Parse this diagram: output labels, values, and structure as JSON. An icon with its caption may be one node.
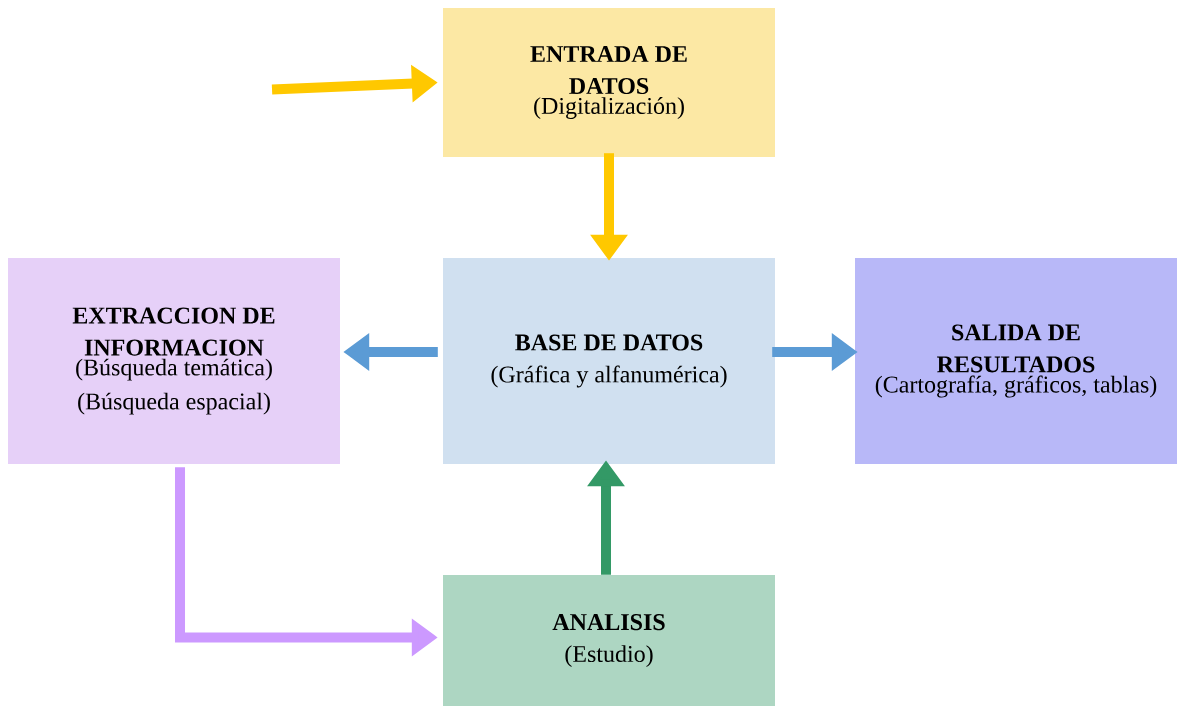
{
  "diagram": {
    "nodes": [
      {
        "text": [
          "ENTRADA DE DATOS",
          "(Digitalización)"
        ]
      },
      {
        "text": [
          "EXTRACCION DE INFORMACION",
          "(Búsqueda temática)",
          "(Búsqueda espacial)"
        ]
      },
      {
        "text": [
          "BASE DE DATOS",
          "(Gráfica y alfanumérica)"
        ]
      },
      {
        "text": [
          "SALIDA DE RESULTADOS",
          "(Cartografía, gráficos, tablas)"
        ]
      },
      {
        "text": [
          "ANALISIS",
          "(Estudio)"
        ]
      }
    ],
    "edges": [
      {
        "from": null,
        "to": 0,
        "arrow": "to",
        "color": "#ffc800"
      },
      {
        "from": 0,
        "to": 2,
        "arrow": "to",
        "color": "#ffc800"
      },
      {
        "from": 2,
        "to": 1,
        "arrow": "to",
        "color": "#5b9bd5"
      },
      {
        "from": 2,
        "to": 3,
        "arrow": "to",
        "color": "#5b9bd5"
      },
      {
        "from": 4,
        "to": 2,
        "arrow": "to",
        "color": "#339966"
      },
      {
        "from": 1,
        "to": 4,
        "arrow": "to",
        "color": "#cc99ff"
      }
    ]
  }
}
